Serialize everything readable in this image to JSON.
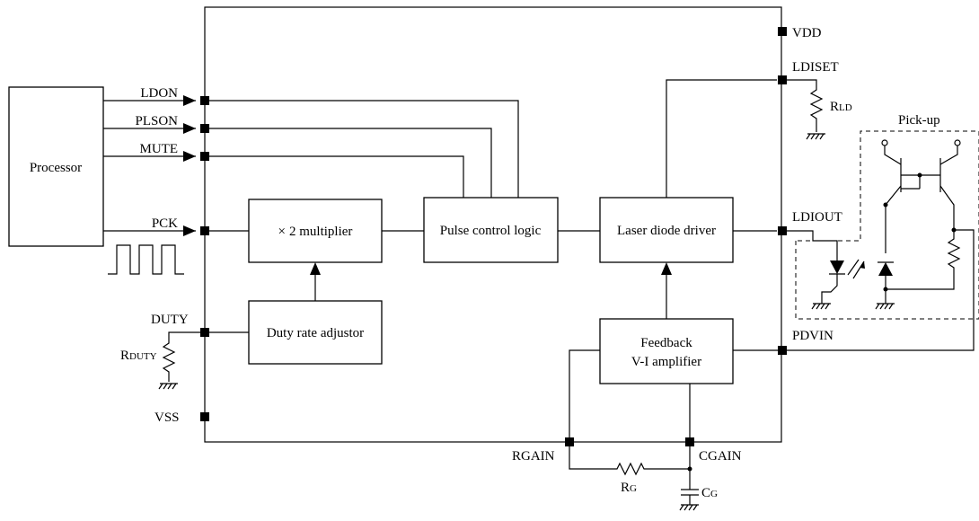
{
  "blocks": {
    "processor": "Processor",
    "multiplier_prefix": "×",
    "multiplier": "2 multiplier",
    "pulse_control": "Pulse control logic",
    "laser_driver": "Laser diode driver",
    "duty_adjustor": "Duty rate adjustor",
    "feedback_line1": "Feedback",
    "feedback_line2": "V-I amplifier"
  },
  "pins": {
    "vdd": "VDD",
    "ldiset": "LDISET",
    "ldon": "LDON",
    "plson": "PLSON",
    "mute": "MUTE",
    "pck": "PCK",
    "ldiout": "LDIOUT",
    "duty": "DUTY",
    "pdvin": "PDVIN",
    "vss": "VSS",
    "rgain": "RGAIN",
    "cgain": "CGAIN"
  },
  "components": {
    "rld_main": "R",
    "rld_sub": "LD",
    "rduty_main": "R",
    "rduty_sub": "DUTY",
    "rg_main": "R",
    "rg_sub": "G",
    "cg_main": "C",
    "cg_sub": "G",
    "pickup": "Pick-up"
  }
}
